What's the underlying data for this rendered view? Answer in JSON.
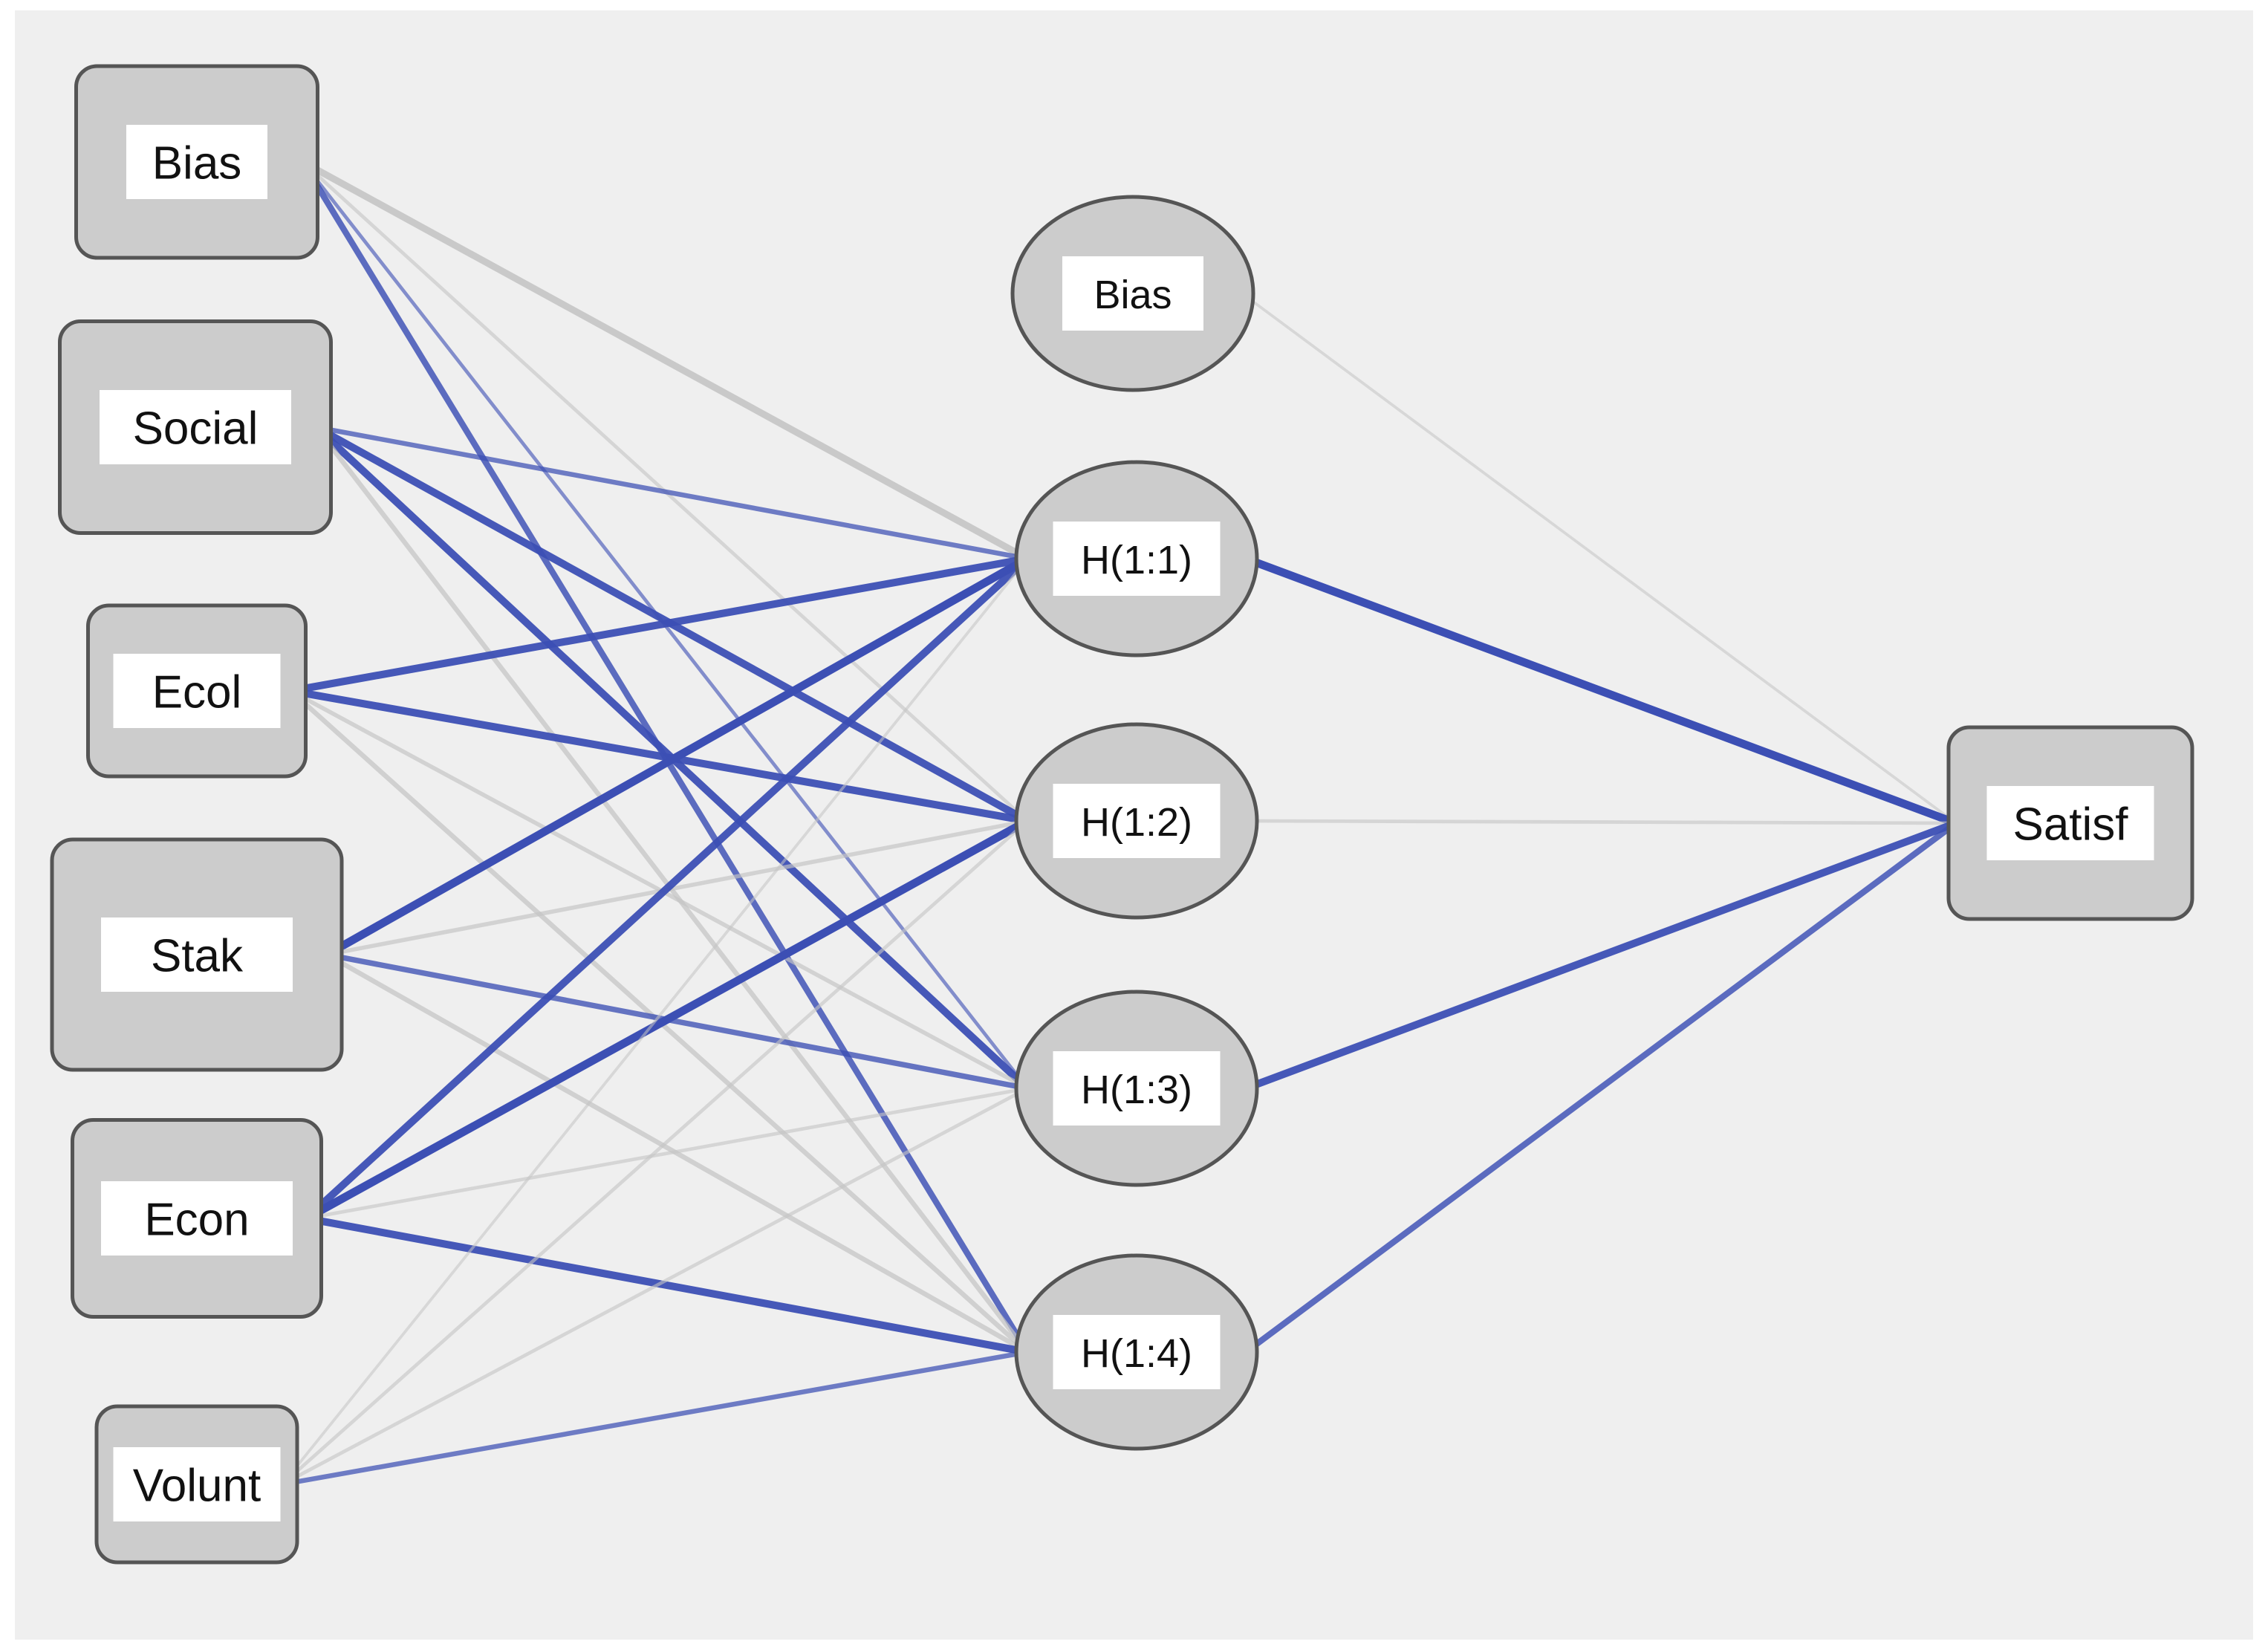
{
  "diagram": {
    "type": "neural-network",
    "colors": {
      "background": "#efefef",
      "node_fill": "#cccccc",
      "node_stroke": "#555555",
      "label_box": "#ffffff",
      "positive_weight": "#3c4fb4",
      "negative_weight": "#c4c4c4"
    },
    "input_layer": [
      {
        "id": "bias_in",
        "label": "Bias"
      },
      {
        "id": "social",
        "label": "Social"
      },
      {
        "id": "ecol",
        "label": "Ecol"
      },
      {
        "id": "stak",
        "label": "Stak"
      },
      {
        "id": "econ",
        "label": "Econ"
      },
      {
        "id": "volunt",
        "label": "Volunt"
      }
    ],
    "hidden_layer": [
      {
        "id": "bias_h",
        "label": "Bias"
      },
      {
        "id": "h11",
        "label": "H(1:1)"
      },
      {
        "id": "h12",
        "label": "H(1:2)"
      },
      {
        "id": "h13",
        "label": "H(1:3)"
      },
      {
        "id": "h14",
        "label": "H(1:4)"
      }
    ],
    "output_layer": [
      {
        "id": "satisf",
        "label": "Satisf"
      }
    ],
    "connections": [
      {
        "from": "bias_in",
        "to": "h11",
        "sign": "negative",
        "strength": 0.8
      },
      {
        "from": "bias_in",
        "to": "h12",
        "sign": "negative",
        "strength": 0.3
      },
      {
        "from": "bias_in",
        "to": "h13",
        "sign": "positive",
        "strength": 0.3
      },
      {
        "from": "bias_in",
        "to": "h14",
        "sign": "positive",
        "strength": 0.7
      },
      {
        "from": "social",
        "to": "h11",
        "sign": "positive",
        "strength": 0.5
      },
      {
        "from": "social",
        "to": "h12",
        "sign": "positive",
        "strength": 0.9
      },
      {
        "from": "social",
        "to": "h13",
        "sign": "positive",
        "strength": 0.9
      },
      {
        "from": "social",
        "to": "h14",
        "sign": "negative",
        "strength": 0.5
      },
      {
        "from": "ecol",
        "to": "h11",
        "sign": "positive",
        "strength": 0.9
      },
      {
        "from": "ecol",
        "to": "h12",
        "sign": "positive",
        "strength": 0.9
      },
      {
        "from": "ecol",
        "to": "h13",
        "sign": "negative",
        "strength": 0.4
      },
      {
        "from": "ecol",
        "to": "h14",
        "sign": "negative",
        "strength": 0.5
      },
      {
        "from": "stak",
        "to": "h11",
        "sign": "positive",
        "strength": 1.0
      },
      {
        "from": "stak",
        "to": "h12",
        "sign": "negative",
        "strength": 0.4
      },
      {
        "from": "stak",
        "to": "h13",
        "sign": "positive",
        "strength": 0.6
      },
      {
        "from": "stak",
        "to": "h14",
        "sign": "negative",
        "strength": 0.5
      },
      {
        "from": "econ",
        "to": "h11",
        "sign": "positive",
        "strength": 0.9
      },
      {
        "from": "econ",
        "to": "h12",
        "sign": "positive",
        "strength": 1.0
      },
      {
        "from": "econ",
        "to": "h13",
        "sign": "negative",
        "strength": 0.3
      },
      {
        "from": "econ",
        "to": "h14",
        "sign": "positive",
        "strength": 0.9
      },
      {
        "from": "volunt",
        "to": "h11",
        "sign": "negative",
        "strength": 0.2
      },
      {
        "from": "volunt",
        "to": "h12",
        "sign": "negative",
        "strength": 0.3
      },
      {
        "from": "volunt",
        "to": "h13",
        "sign": "negative",
        "strength": 0.3
      },
      {
        "from": "volunt",
        "to": "h14",
        "sign": "positive",
        "strength": 0.5
      },
      {
        "from": "bias_h",
        "to": "satisf",
        "sign": "negative",
        "strength": 0.2
      },
      {
        "from": "h11",
        "to": "satisf",
        "sign": "positive",
        "strength": 1.0
      },
      {
        "from": "h12",
        "to": "satisf",
        "sign": "negative",
        "strength": 0.3
      },
      {
        "from": "h13",
        "to": "satisf",
        "sign": "positive",
        "strength": 0.9
      },
      {
        "from": "h14",
        "to": "satisf",
        "sign": "positive",
        "strength": 0.7
      }
    ]
  }
}
